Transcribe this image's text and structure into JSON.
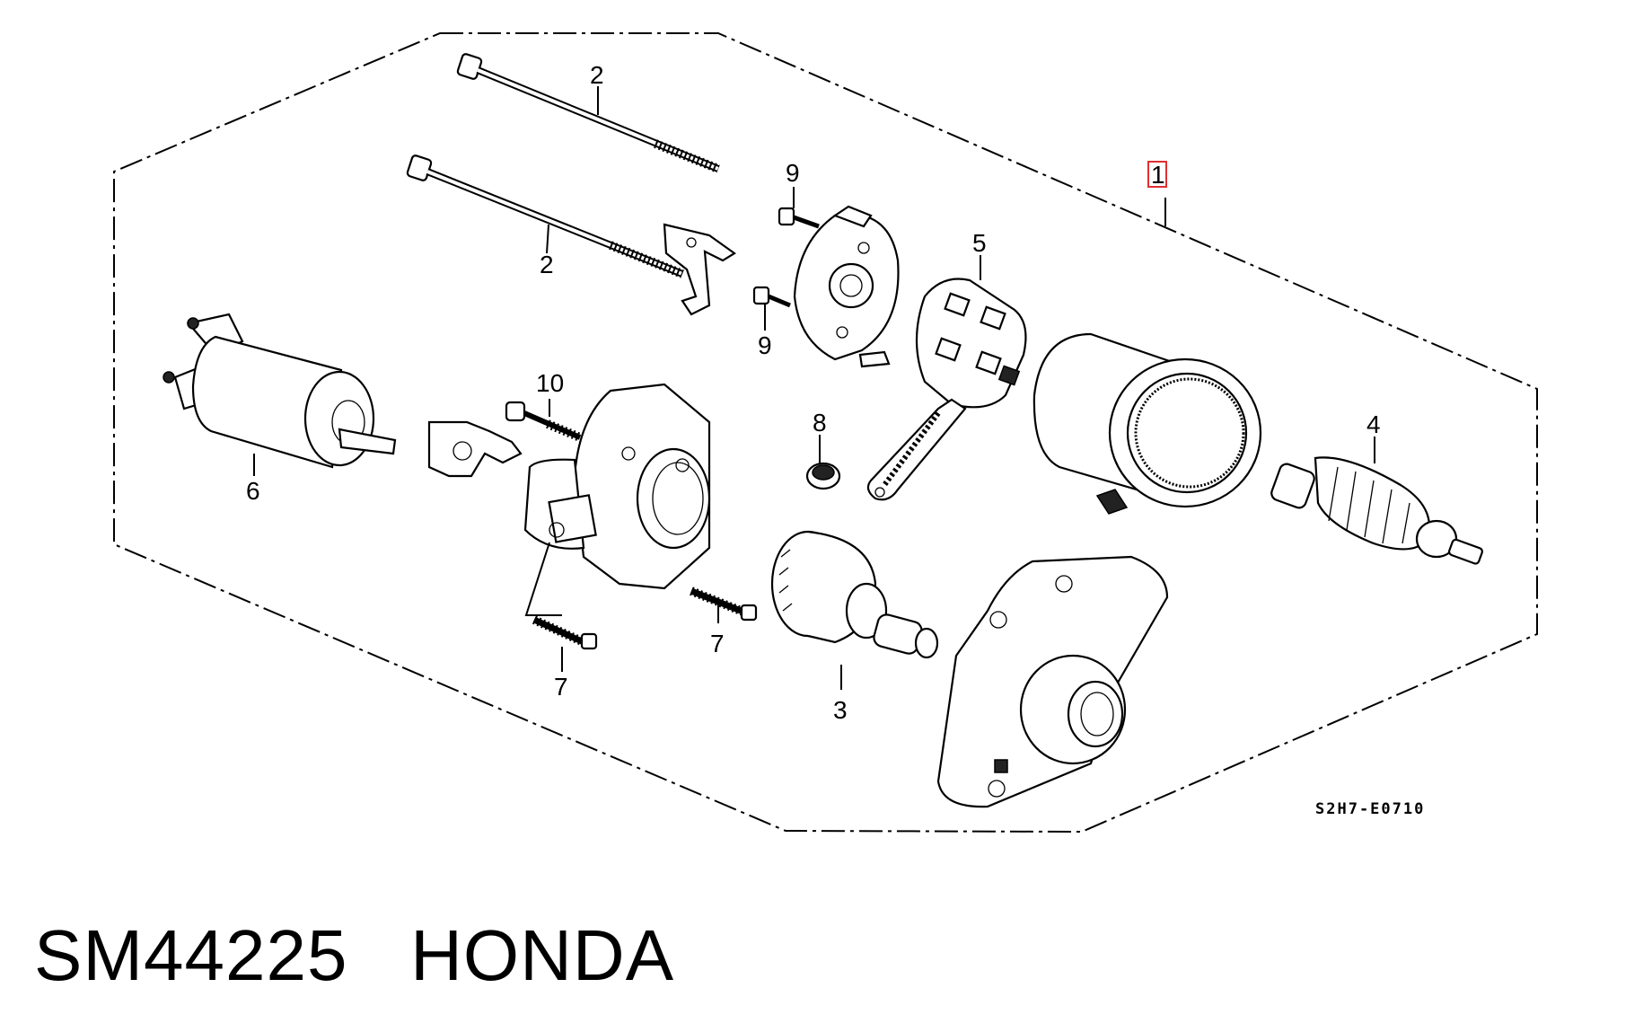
{
  "diagram": {
    "drawing_code": "S2H7-E0710",
    "callouts": {
      "c1": "1",
      "c2a": "2",
      "c2b": "2",
      "c3": "3",
      "c4": "4",
      "c5": "5",
      "c6": "6",
      "c7a": "7",
      "c7b": "7",
      "c8": "8",
      "c9a": "9",
      "c9b": "9",
      "c10": "10"
    },
    "highlight_color": "#e03030"
  },
  "caption": {
    "part_number": "SM44225",
    "brand": "HONDA"
  }
}
